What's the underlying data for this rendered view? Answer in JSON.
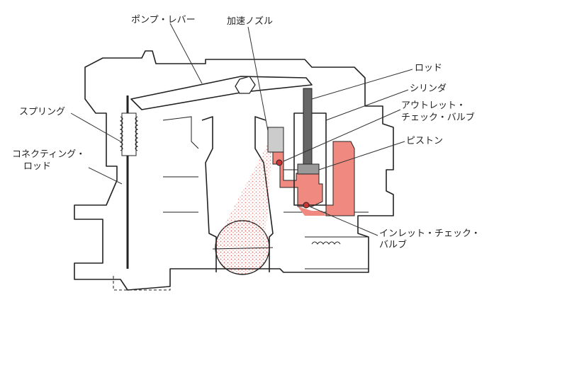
{
  "title": "加速ポンプ構造図",
  "labels": {
    "pump_lever": "ポンプ・レバー",
    "accel_nozzle": "加速ノズル",
    "rod": "ロッド",
    "cylinder": "シリンダ",
    "outlet_check_valve_1": "アウトレット・",
    "outlet_check_valve_2": "チェック・バルブ",
    "piston": "ピストン",
    "spring": "スプリング",
    "connecting_rod_1": "コネクティング・",
    "connecting_rod_2": "ロッド",
    "inlet_check_valve_1": "インレット・チェック・",
    "inlet_check_valve_2": "バルブ"
  },
  "colors": {
    "fuel": "#f08a80",
    "spray": "#f4b0aa",
    "line": "#222222"
  }
}
